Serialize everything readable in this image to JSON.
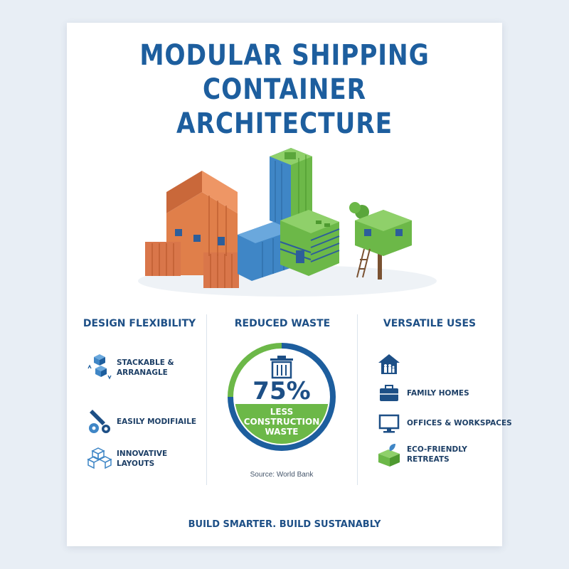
{
  "title_lines": [
    "MODULAR SHIPPING CONTAINER",
    "ARCHITECTURE"
  ],
  "columns": {
    "design": {
      "title": "DESIGN FLEXIBILITY",
      "items": [
        {
          "icon": "stack-cubes-icon",
          "label_lines": [
            "STACKABLE &",
            "ARRANAGLE"
          ]
        },
        {
          "icon": "wrench-gear-icon",
          "label_lines": [
            "EASILY MODIFIAILE"
          ]
        },
        {
          "icon": "cube-cluster-icon",
          "label_lines": [
            "INNOVATIVE",
            "LAYOUTS"
          ]
        }
      ]
    },
    "waste": {
      "title": "REDUCED WASTE",
      "stat": {
        "value": "75%",
        "caption_lines": [
          "LESS",
          "CONSTRUCTION",
          "WASTE"
        ]
      },
      "source": "Source: World Bank"
    },
    "uses": {
      "title": "VERSATILE USES",
      "items": [
        {
          "icon": "house-family-icon",
          "label_lines": []
        },
        {
          "icon": "briefcase-icon",
          "label_lines": [
            "FAMILY HOMES"
          ]
        },
        {
          "icon": "monitor-icon",
          "label_lines": [
            "OFFICES & WORKSPACES"
          ]
        },
        {
          "icon": "eco-container-icon",
          "label_lines": [
            "ECO-FRIENDLY",
            "RETREATS"
          ]
        }
      ]
    }
  },
  "footer": "BUILD SMARTER. BUILD SUSTANABLY",
  "colors": {
    "title": "#1d5e9e",
    "orange": "#e07f4a",
    "blue": "#3f86c6",
    "green": "#6cb848",
    "navy": "#1d4f86"
  }
}
